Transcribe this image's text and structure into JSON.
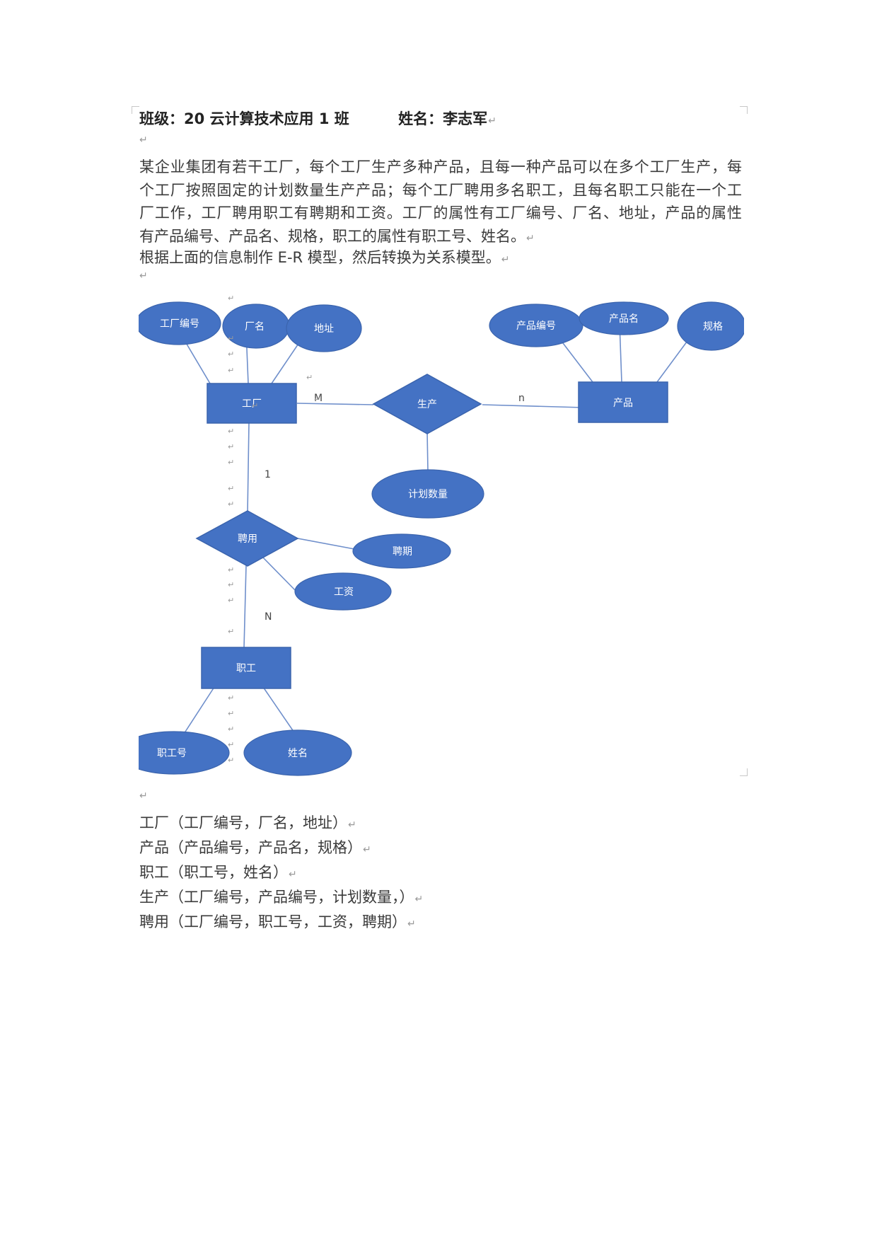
{
  "header": {
    "class_label": "班级：20 云计算技术应用 1 班",
    "name_label": "姓名：李志军"
  },
  "paragraph_mark": "↵",
  "description_lines": [
    "某企业集团有若干工厂，每个工厂生产多种产品，且每一种产品可以在多个工厂生产，每",
    "个工厂按照固定的计划数量生产产品；每个工厂聘用多名职工，且每名职工只能在一个工",
    "厂工作，工厂聘用职工有聘期和工资。工厂的属性有工厂编号、厂名、地址，产品的属性",
    "有产品编号、产品名、规格，职工的属性有职工号、姓名。"
  ],
  "instruction": "根据上面的信息制作 E-R 模型，然后转换为关系模型。",
  "diagram": {
    "fill_color": "#4472c4",
    "line_color": "#6f8fcb",
    "entities": {
      "factory": "工厂",
      "product": "产品",
      "worker": "职工"
    },
    "relationships": {
      "produce": "生产",
      "employ": "聘用"
    },
    "attributes": {
      "factory_id": "工厂编号",
      "factory_name": "厂名",
      "address": "地址",
      "product_id": "产品编号",
      "product_name": "产品名",
      "spec": "规格",
      "planned_qty": "计划数量",
      "term": "聘期",
      "salary": "工资",
      "worker_id": "职工号",
      "worker_name": "姓名"
    },
    "cardinalities": {
      "produce_factory": "M",
      "produce_product": "n",
      "employ_factory": "1",
      "employ_worker": "N"
    }
  },
  "relations": [
    "工厂（工厂编号，厂名，地址）",
    "产品（产品编号，产品名，规格）",
    "职工（职工号，姓名）",
    "生产（工厂编号，产品编号，计划数量，）",
    "聘用（工厂编号，职工号，工资，聘期）"
  ]
}
